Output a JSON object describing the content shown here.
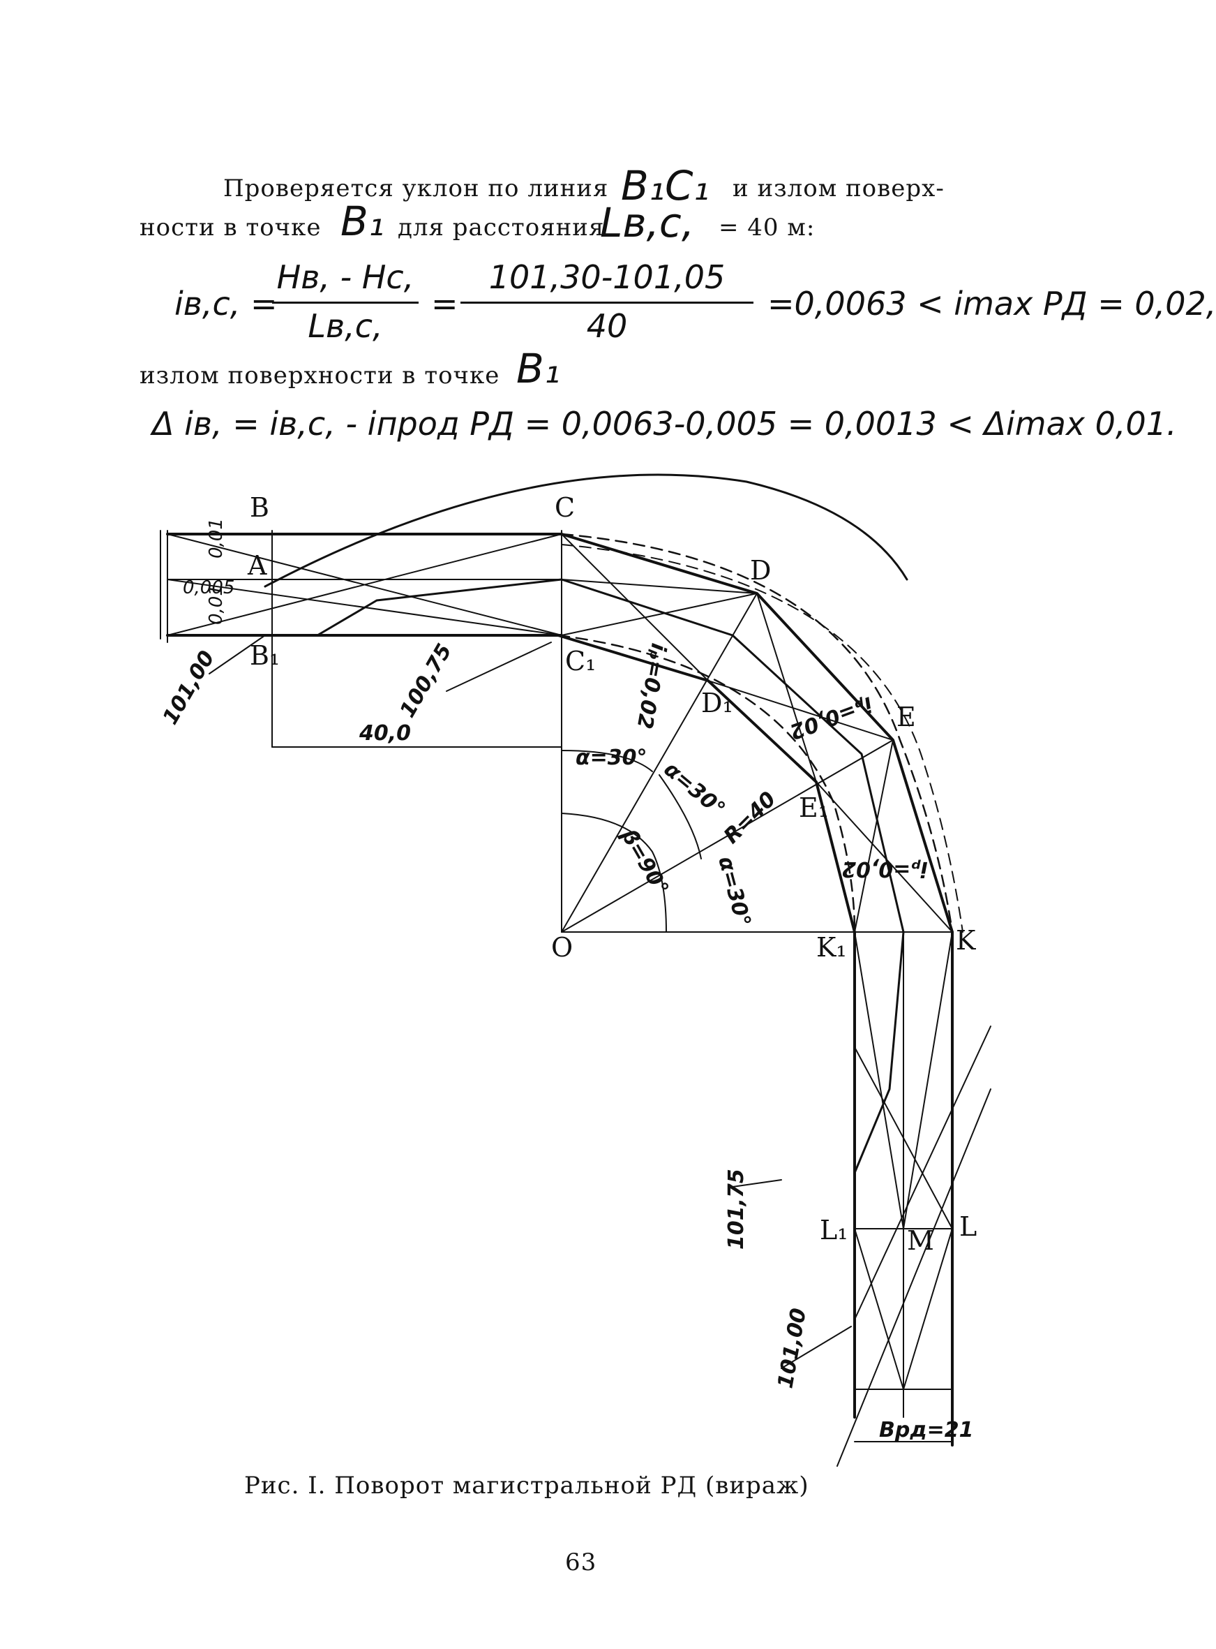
{
  "paragraph": {
    "line1": "Проверяется уклон по линия",
    "line1_symbol": "B₁C₁",
    "line1_tail": "и излом поверх-",
    "line2": "ности в точке",
    "line2_symbol": "B₁",
    "line2_mid": "для расстояния",
    "line2_symbol2": "Lв,с,",
    "line2_tail": "= 40 м:"
  },
  "formula1": {
    "lhs": "iв,с, =",
    "num1": "Hв, - Hс,",
    "den1": "Lв,с,",
    "eq": "=",
    "num2": "101,30-101,05",
    "den2": "40",
    "rhs": "=0,0063 < imax РД = 0,02,"
  },
  "line3": {
    "text": "излом поверхности в точке",
    "symbol": "B₁"
  },
  "formula2": {
    "text": "Δ iв, = iв,с, - iпрод РД = 0,0063-0,005 = 0,0013 < Δimax 0,01."
  },
  "drawing": {
    "points": {
      "B": "B",
      "A": "A",
      "B1": "B₁",
      "C": "C",
      "C1": "C₁",
      "D": "D",
      "D1": "D₁",
      "E": "E",
      "E1": "E₁",
      "O": "O",
      "K": "K",
      "K1": "K₁",
      "L": "L",
      "L1": "L₁",
      "M": "M"
    },
    "labels": {
      "slope_top": "0,01",
      "slope_mid": "0,005",
      "slope_bot": "0,01",
      "contour_10100_left": "101,00",
      "contour_10075": "100,75",
      "dim_40": "40,0",
      "slope_cd": "iₚ=0,02",
      "slope_de": "iₚ=0,02",
      "slope_ek": "iₚ=0,02",
      "alpha1": "α=30°",
      "alpha2": "α=30°",
      "alpha3": "α=30°",
      "beta": "β=90°",
      "radius": "R=40",
      "contour_10075_right": "101,75",
      "contour_10100_right": "101,00",
      "width": "Bрд=21"
    }
  },
  "caption": "Рис. I. Поворот магистральной РД (вираж)",
  "page_number": "63"
}
